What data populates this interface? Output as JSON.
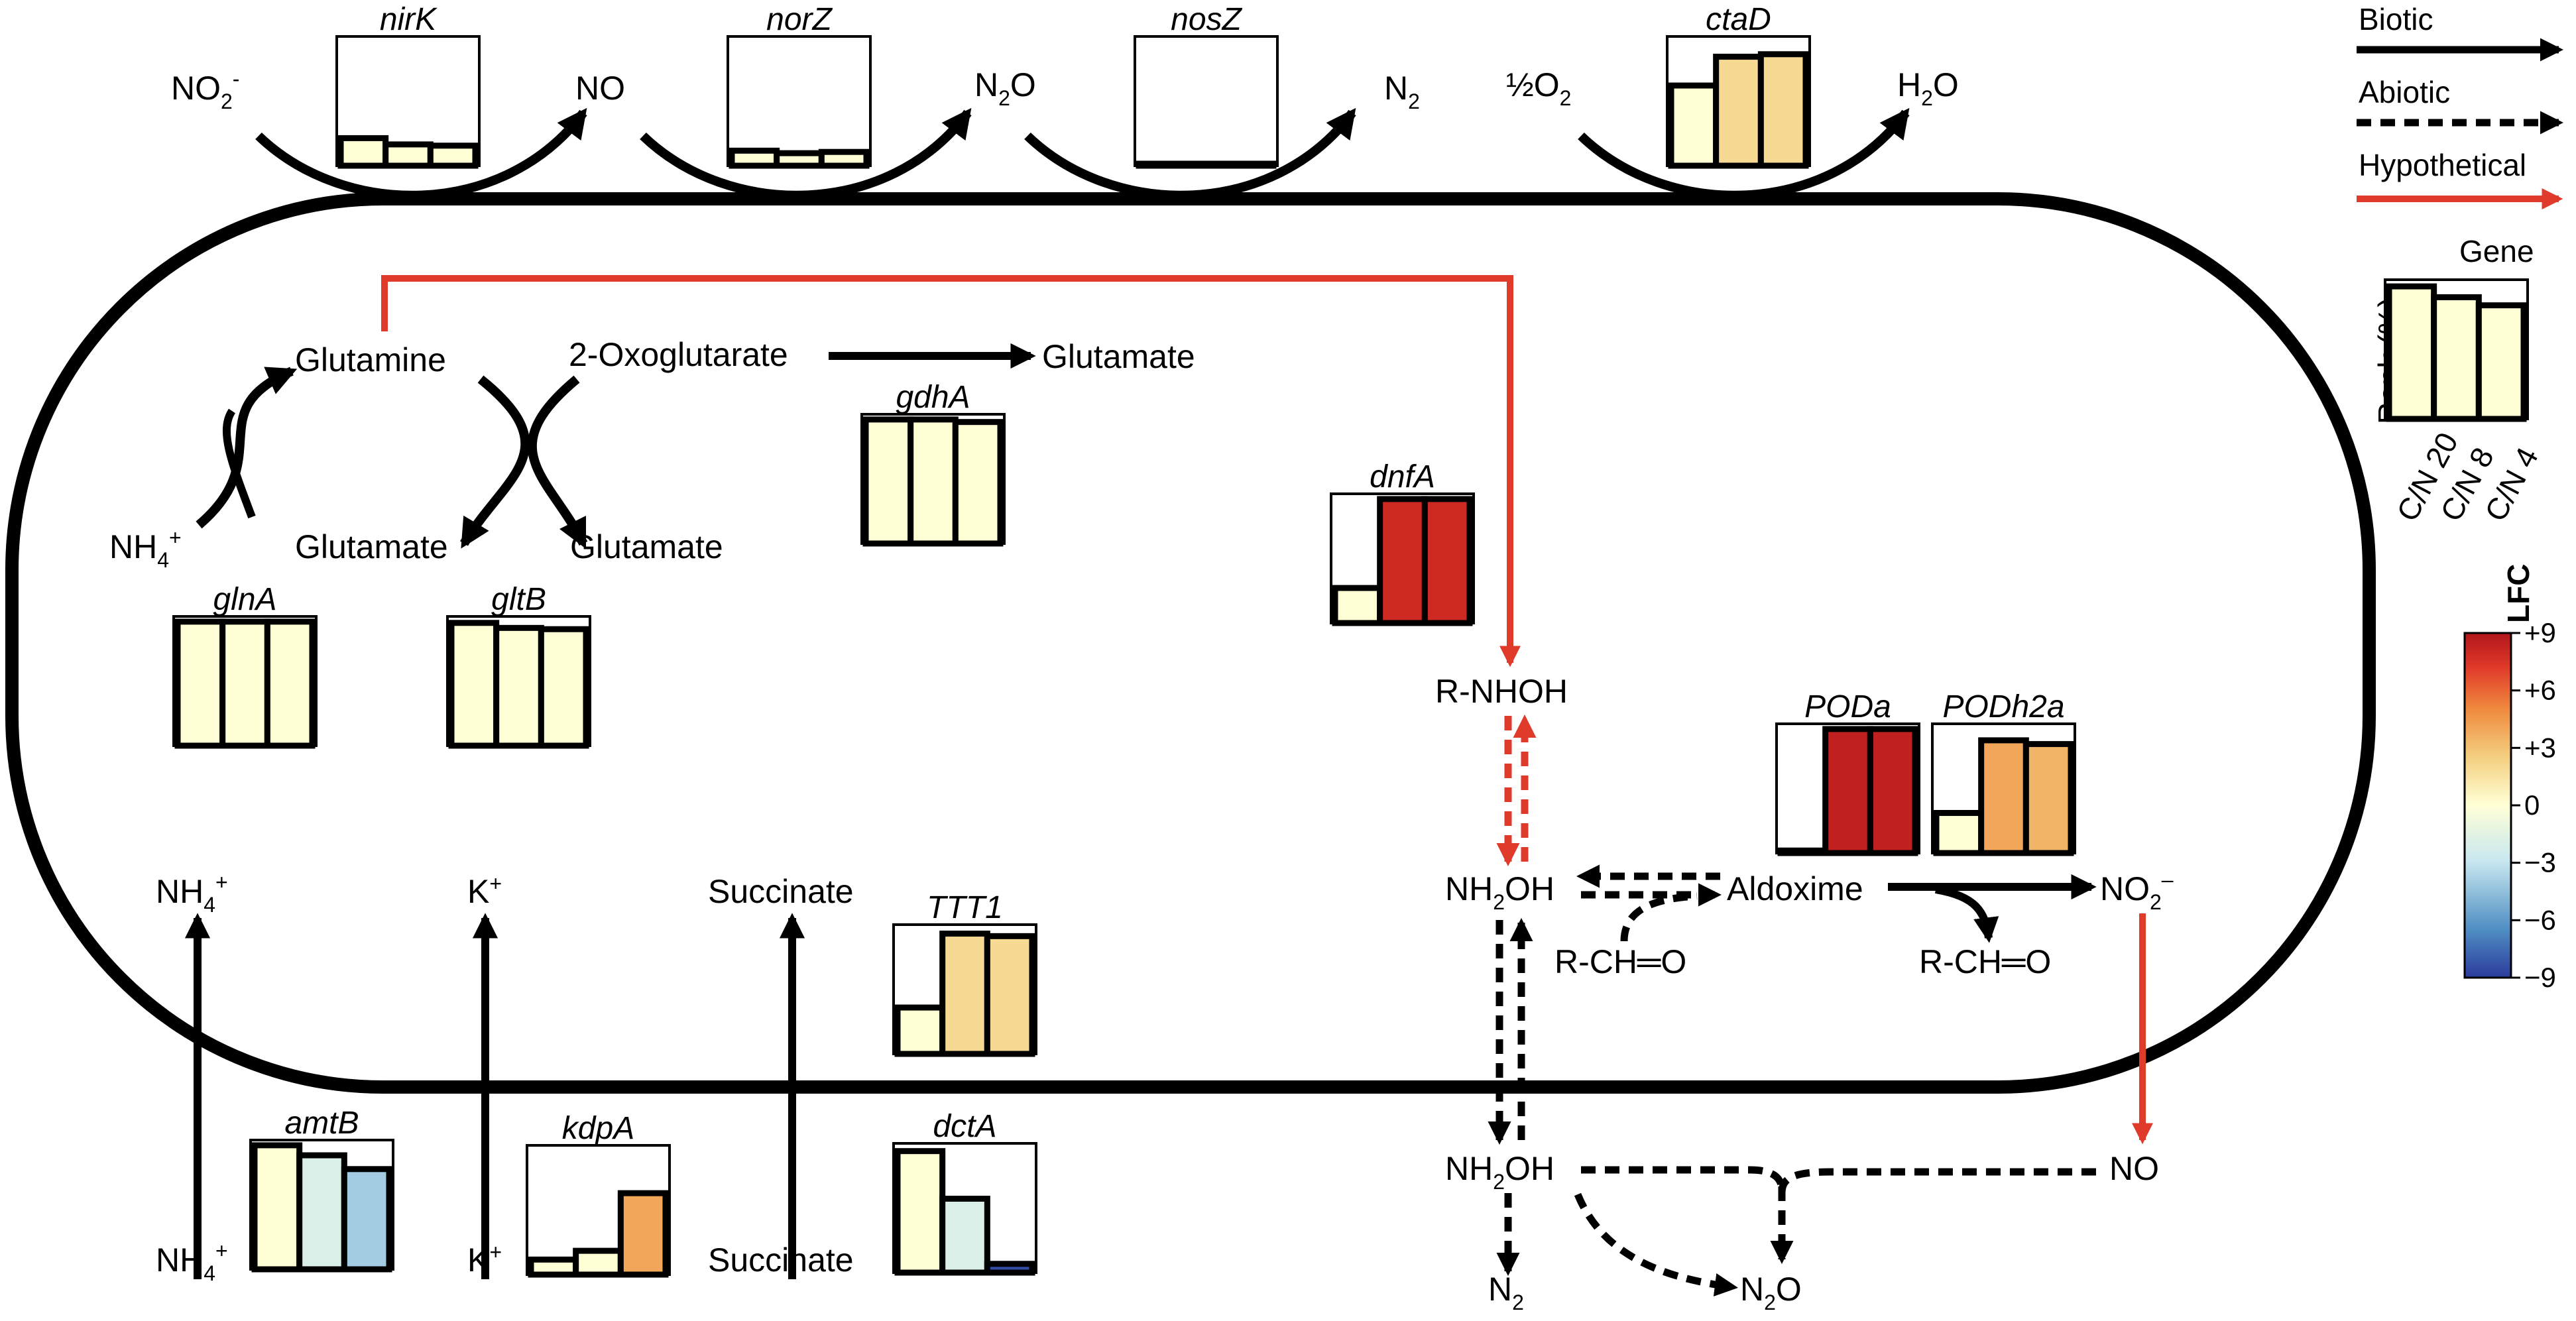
{
  "legend": {
    "biotic": "Biotic",
    "abiotic": "Abiotic",
    "hypothetical": "Hypothetical",
    "gene_title": "Gene",
    "rank_axis": "Rank (%)",
    "conditions": [
      "C/N 20",
      "C/N 8",
      "C/N 4"
    ],
    "lfc_title": "LFC",
    "lfc_ticks": [
      "+9",
      "+6",
      "+3",
      "0",
      "−3",
      "−6",
      "−9"
    ],
    "arrow_colors": {
      "biotic": "#000000",
      "abiotic": "#000000",
      "hypothetical": "#e03a2a"
    }
  },
  "top_chain": {
    "no2": "NO",
    "no2_sub": "2",
    "no2_sup": "-",
    "no": "NO",
    "n2o": "N",
    "n2o_sub": "2",
    "n2o_o": "O",
    "n2": "N",
    "n2_sub": "2",
    "half_o2": "½O",
    "half_o2_sub": "2",
    "h2o": "H",
    "h2o_sub": "2",
    "h2o_o": "O"
  },
  "assimilation": {
    "glutamine": "Glutamine",
    "oxoglutarate": "2-Oxoglutarate",
    "glutamate_right": "Glutamate",
    "nh4": "NH",
    "nh4_sub": "4",
    "nh4_sup": "+",
    "glutamate_a": "Glutamate",
    "glutamate_b": "Glutamate"
  },
  "transport": {
    "nh4_in": "NH",
    "nh4_in_sub": "4",
    "nh4_in_sup": "+",
    "nh4_out": "NH",
    "nh4_out_sub": "4",
    "nh4_out_sup": "+",
    "k_in": "K",
    "k_in_sup": "+",
    "k_out": "K",
    "k_out_sup": "+",
    "succinate_in": "Succinate",
    "succinate_out": "Succinate"
  },
  "hydroxylamine": {
    "rnhoh": "R-NHOH",
    "nh2oh_in": "NH",
    "nh2oh_in_sub": "2",
    "nh2oh_in_oh": "OH",
    "aldoxime": "Aldoxime",
    "rcho_left": "R-CH═O",
    "rcho_right": "R-CH═O",
    "no2_in": "NO",
    "no2_in_sub": "2",
    "no2_in_sup": "–",
    "nh2oh_out": "NH",
    "nh2oh_out_sub": "2",
    "nh2oh_out_oh": "OH",
    "no_out": "NO",
    "n2_out": "N",
    "n2_out_sub": "2",
    "n2o_out": "N",
    "n2o_out_sub": "2",
    "n2o_out_o": "O"
  },
  "colorscale": {
    "stops": [
      "#2b3b9c",
      "#4f8ec3",
      "#c9e8f0",
      "#ffffd6",
      "#f4cf80",
      "#f08a3e",
      "#e03a2a",
      "#b3161b"
    ]
  },
  "genes": [
    {
      "name": "nirK",
      "ranks": [
        0.22,
        0.17,
        0.16
      ],
      "lfc": [
        0,
        0,
        0
      ]
    },
    {
      "name": "norZ",
      "ranks": [
        0.12,
        0.1,
        0.11
      ],
      "lfc": [
        0,
        0,
        0
      ]
    },
    {
      "name": "nosZ",
      "ranks": [
        0.01,
        0.01,
        0.01
      ],
      "lfc": [
        0,
        0,
        0
      ]
    },
    {
      "name": "ctaD",
      "ranks": [
        0.64,
        0.87,
        0.89
      ],
      "lfc": [
        0,
        2,
        2
      ]
    },
    {
      "name": "gdhA",
      "ranks": [
        0.99,
        0.99,
        0.97
      ],
      "lfc": [
        0,
        0,
        0
      ]
    },
    {
      "name": "glnA",
      "ranks": [
        0.99,
        0.99,
        0.99
      ],
      "lfc": [
        0,
        0,
        0
      ]
    },
    {
      "name": "gltB",
      "ranks": [
        0.98,
        0.94,
        0.93
      ],
      "lfc": [
        0,
        0,
        0
      ]
    },
    {
      "name": "dnfA",
      "ranks": [
        0.28,
        0.99,
        0.99
      ],
      "lfc": [
        0,
        8,
        8
      ]
    },
    {
      "name": "PODa",
      "ranks": [
        0.02,
        0.99,
        0.99
      ],
      "lfc": [
        0,
        8.5,
        8.5
      ]
    },
    {
      "name": "PODh2a",
      "ranks": [
        0.32,
        0.9,
        0.87
      ],
      "lfc": [
        0,
        4,
        3.5
      ]
    },
    {
      "name": "TTT1",
      "ranks": [
        0.37,
        0.96,
        0.94
      ],
      "lfc": [
        0,
        2,
        2
      ]
    },
    {
      "name": "amtB",
      "ranks": [
        0.99,
        0.91,
        0.8
      ],
      "lfc": [
        0,
        -2,
        -4
      ]
    },
    {
      "name": "kdpA",
      "ranks": [
        0.12,
        0.19,
        0.65
      ],
      "lfc": [
        0,
        0,
        4
      ]
    },
    {
      "name": "dctA",
      "ranks": [
        0.97,
        0.59,
        0.07
      ],
      "lfc": [
        0,
        -2,
        -8.5
      ]
    }
  ],
  "legend_gene": {
    "ranks": [
      0.98,
      0.9,
      0.84
    ],
    "lfc": [
      0,
      0,
      0
    ]
  }
}
